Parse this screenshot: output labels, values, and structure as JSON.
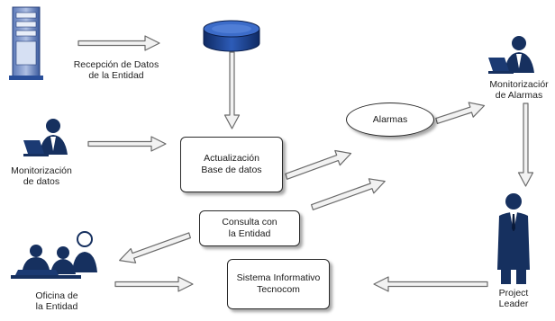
{
  "nodes": {
    "recepcion": {
      "line1": "Recepción de Datos",
      "line2": "de la Entidad"
    },
    "monitorizacion_alarmas": {
      "line1": "Monitorizaciór",
      "line2": "de Alarmas"
    },
    "alarmas": {
      "label": "Alarmas"
    },
    "actualizacion": {
      "line1": "Actualización",
      "line2": "Base de datos"
    },
    "monitorizacion_datos": {
      "line1": "Monitorización",
      "line2": "de datos"
    },
    "consulta": {
      "line1": "Consulta con",
      "line2": "la Entidad"
    },
    "oficina": {
      "line1": "Oficina de",
      "line2": "la Entidad"
    },
    "sistema": {
      "line1": "Sistema Informativo",
      "line2": "Tecnocom"
    },
    "project_leader": {
      "line1": "Project",
      "line2": "Leader"
    }
  },
  "icons": [
    "server-icon",
    "database-icon",
    "person-at-laptop-icon",
    "businessman-icon",
    "office-people-icon"
  ],
  "colors": {
    "icon_navy": "#16305f",
    "server_blue": "#2a4f9a",
    "arrow_fill": "#f2f2f2",
    "arrow_stroke": "#6b6b6b"
  }
}
